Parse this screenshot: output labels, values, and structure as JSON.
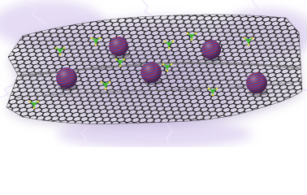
{
  "image": {
    "subject": "graphene-sheet-with-nanoparticles-and-dopants",
    "colors": {
      "background": "#ffffff",
      "glow": "#c9b6e4",
      "lightning": "#e9dbf8",
      "lattice": "#141414",
      "lattice_shadow": "#6a6a6a",
      "dopant_green": "#3fbf2f",
      "dopant_yellow": "#e4d838",
      "particle_red": "#b0304a",
      "particle_blue": "#3a4eb8",
      "particle_shade": "#2a1840"
    },
    "counts": {
      "nanoparticles": 5,
      "dopant_clusters": 10
    }
  }
}
